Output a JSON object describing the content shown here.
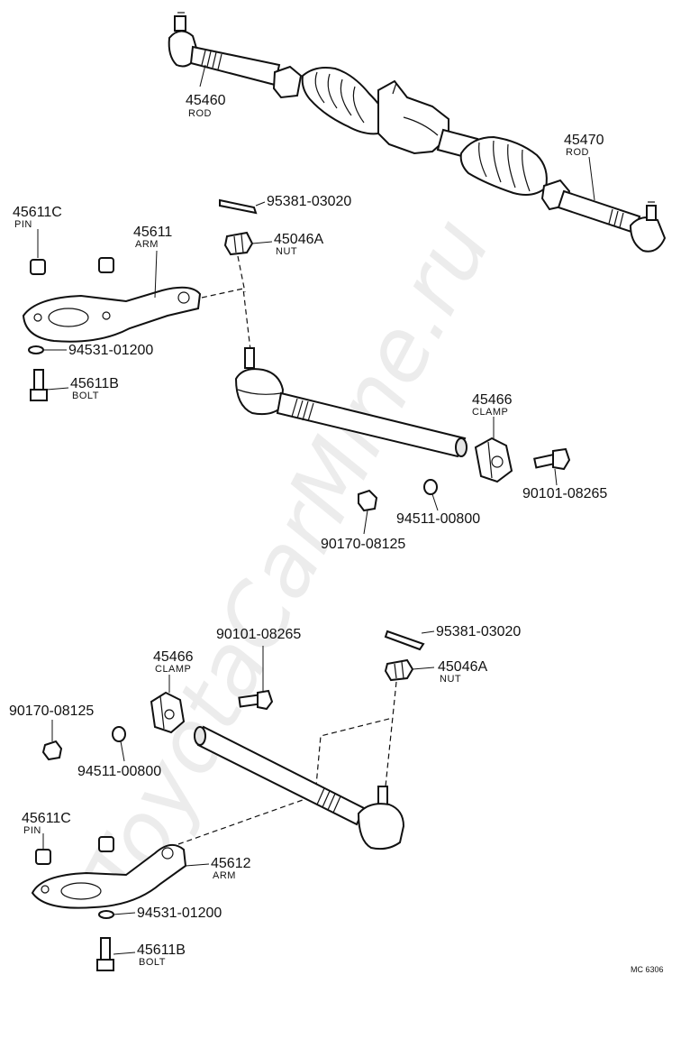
{
  "watermark": "ToyotaCarMine.ru",
  "drawing_code": "MC 6306",
  "callouts": {
    "rod_45460": {
      "part_no": "45460",
      "name": "ROD"
    },
    "rod_45470": {
      "part_no": "45470",
      "name": "ROD"
    },
    "upper_cotter": {
      "part_no": "95381-03020"
    },
    "upper_nut": {
      "part_no": "45046A",
      "name": "NUT"
    },
    "upper_pin": {
      "part_no": "45611C",
      "name": "PIN"
    },
    "upper_arm": {
      "part_no": "45611",
      "name": "ARM"
    },
    "upper_washer_small": {
      "part_no": "94531-01200"
    },
    "upper_bolt": {
      "part_no": "45611B",
      "name": "BOLT"
    },
    "upper_clamp": {
      "part_no": "45466",
      "name": "CLAMP"
    },
    "upper_clamp_bolt": {
      "part_no": "90101-08265"
    },
    "upper_lock_washer": {
      "part_no": "94511-00800"
    },
    "upper_clamp_nut": {
      "part_no": "90170-08125"
    },
    "lower_clamp_bolt": {
      "part_no": "90101-08265"
    },
    "lower_cotter": {
      "part_no": "95381-03020"
    },
    "lower_clamp": {
      "part_no": "45466",
      "name": "CLAMP"
    },
    "lower_nut": {
      "part_no": "45046A",
      "name": "NUT"
    },
    "lower_clamp_nut": {
      "part_no": "90170-08125"
    },
    "lower_lock_washer": {
      "part_no": "94511-00800"
    },
    "lower_pin": {
      "part_no": "45611C",
      "name": "PIN"
    },
    "lower_arm": {
      "part_no": "45612",
      "name": "ARM"
    },
    "lower_washer_small": {
      "part_no": "94531-01200"
    },
    "lower_bolt": {
      "part_no": "45611B",
      "name": "BOLT"
    }
  }
}
